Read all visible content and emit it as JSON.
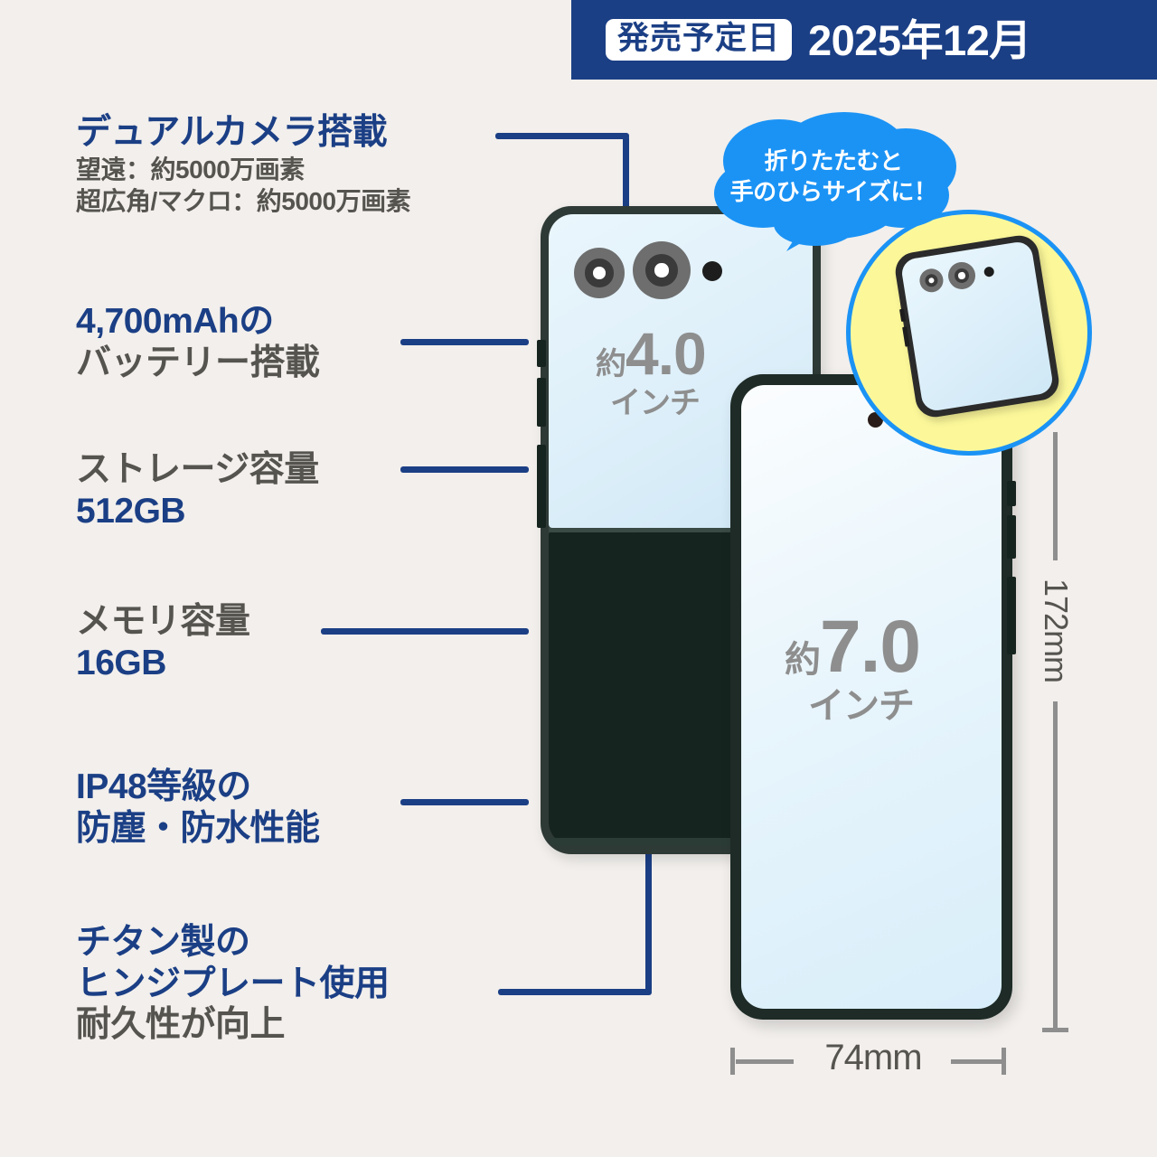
{
  "header": {
    "chip_label": "発売予定日",
    "date": "2025年12月",
    "accent_color": "#1b3f85",
    "text_color": "#ffffff"
  },
  "colors": {
    "background": "#f2efec",
    "navy": "#1b3f85",
    "gray": "#56544f",
    "screen_gray": "#8e8e8e",
    "cloud_blue": "#1b93f5",
    "highlight_yellow": "#fcf89a",
    "phone_dark": "#1e2b27",
    "phone_green": "#16241f"
  },
  "features": [
    {
      "title": "デュアルカメラ搭載",
      "title_color": "navy",
      "sub": [
        "望遠：約5000万画素",
        "超広角/マクロ：約5000万画素"
      ]
    },
    {
      "line1": "4,700mAhの",
      "line1_color": "navy",
      "line2": "バッテリー搭載",
      "line2_color": "gray"
    },
    {
      "line1": "ストレージ容量",
      "line1_color": "gray",
      "line2": "512GB",
      "line2_color": "navy"
    },
    {
      "line1": "メモリ容量",
      "line1_color": "gray",
      "line2": "16GB",
      "line2_color": "navy"
    },
    {
      "line1": "IP48等級の",
      "line1_color": "navy",
      "line2": "防塵・防水性能",
      "line2_color": "navy"
    },
    {
      "line1": "チタン製の",
      "line1_color": "navy",
      "line2": "ヒンジプレート使用",
      "line2_color": "navy",
      "line3": "耐久性が向上",
      "line3_color": "gray"
    }
  ],
  "callout": {
    "line1": "折りたたむと",
    "line2": "手のひらサイズに！"
  },
  "phone_back": {
    "screen_size_prefix": "約",
    "screen_size_value": "4.0",
    "screen_size_unit": "インチ"
  },
  "phone_front": {
    "screen_size_prefix": "約",
    "screen_size_value": "7.0",
    "screen_size_unit": "インチ"
  },
  "dimensions": {
    "height": "172mm",
    "width": "74mm"
  }
}
